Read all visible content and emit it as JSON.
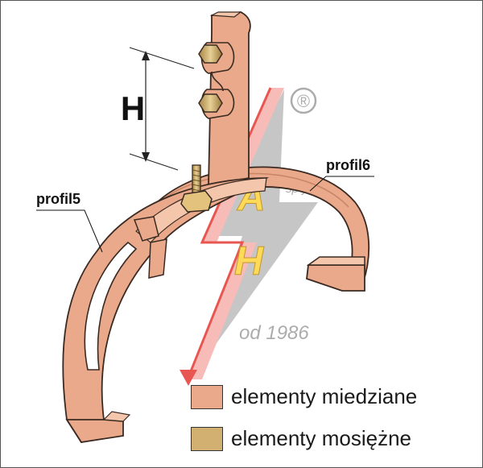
{
  "dimension": {
    "label": "H"
  },
  "parts": {
    "profile5_label": "profil5",
    "profile6_label": "profil6"
  },
  "watermark": {
    "registered_mark": "®",
    "spaj_text": "sp-j",
    "since_text": "od 1986",
    "logo_letters": [
      "A",
      "H"
    ]
  },
  "legend": [
    {
      "id": "copper",
      "label": "elementy miedziane",
      "color": "#E9A98A"
    },
    {
      "id": "brass",
      "label": "elementy mosiężne",
      "color": "#D2B071"
    }
  ],
  "colors": {
    "copper": "#E9A98A",
    "copper_dark": "#C98466",
    "copper_light": "#F4C6AC",
    "outline": "#3A2A22",
    "brass": "#D2B071",
    "logo_red": "#E53935",
    "logo_gray": "#B5B5B5",
    "logo_yellow": "#FFD43B"
  }
}
